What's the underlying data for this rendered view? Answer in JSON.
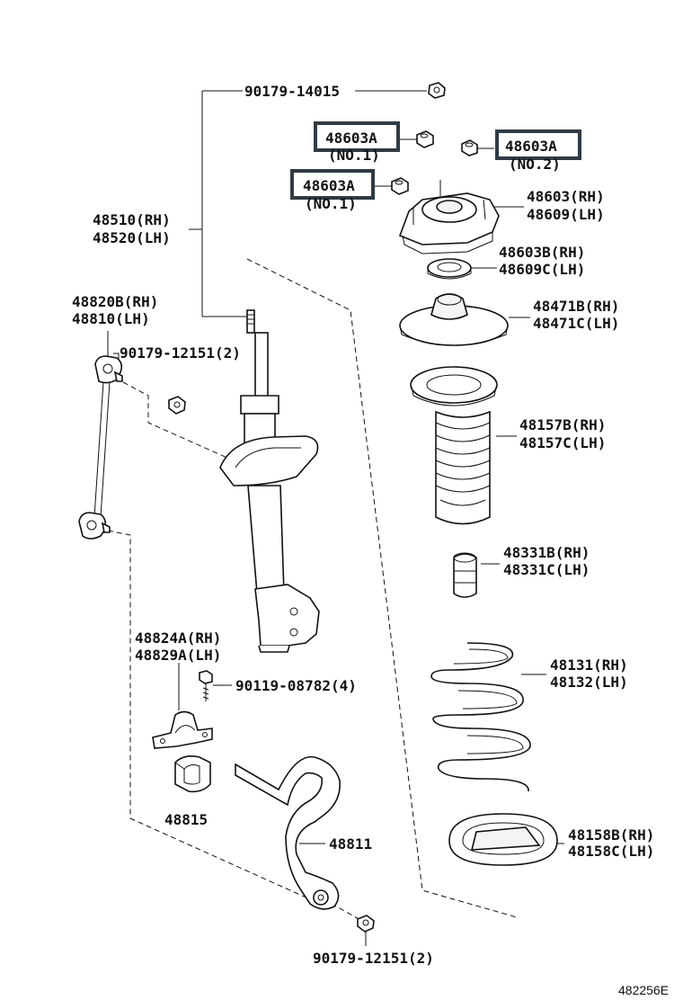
{
  "labels": {
    "nut_top": "90179-14015",
    "strut_rh": "48510(RH)",
    "strut_lh": "48520(LH)",
    "nut_a1": "48603A",
    "nut_a1_sub": "(NO.1)",
    "nut_a2": "48603A",
    "nut_a2_sub": "(NO.2)",
    "nut_a3": "48603A",
    "nut_a3_sub": "(NO.1)",
    "mount_rh": "48603(RH)",
    "mount_lh": "48609(LH)",
    "bearing_rh": "48603B(RH)",
    "bearing_lh": "48609C(LH)",
    "seat_upper_rh": "48471B(RH)",
    "seat_upper_lh": "48471C(LH)",
    "link_rh": "48820B(RH)",
    "link_lh": "48810(LH)",
    "link_nut": "90179-12151(2)",
    "boot_rh": "48157B(RH)",
    "boot_lh": "48157C(LH)",
    "bumper_rh": "48331B(RH)",
    "bumper_lh": "48331C(LH)",
    "bracket_rh": "48824A(RH)",
    "bracket_lh": "48829A(LH)",
    "bolt": "90119-08782(4)",
    "spring_rh": "48131(RH)",
    "spring_lh": "48132(LH)",
    "bushing": "48815",
    "stabilizer": "48811",
    "lower_seat_rh": "48158B(RH)",
    "lower_seat_lh": "48158C(LH)",
    "bottom_nut": "90179-12151(2)",
    "figure_id": "482256E"
  }
}
